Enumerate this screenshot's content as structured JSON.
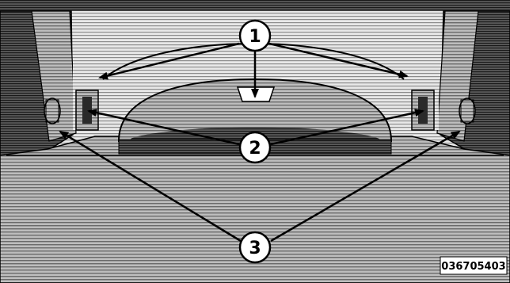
{
  "figure": {
    "callouts": [
      {
        "number": "1"
      },
      {
        "number": "2"
      },
      {
        "number": "3"
      }
    ],
    "figure_code": "036705403",
    "colors": {
      "background": "#ffffff",
      "line_art": "#000000",
      "callout_fill": "#ffffff"
    }
  }
}
